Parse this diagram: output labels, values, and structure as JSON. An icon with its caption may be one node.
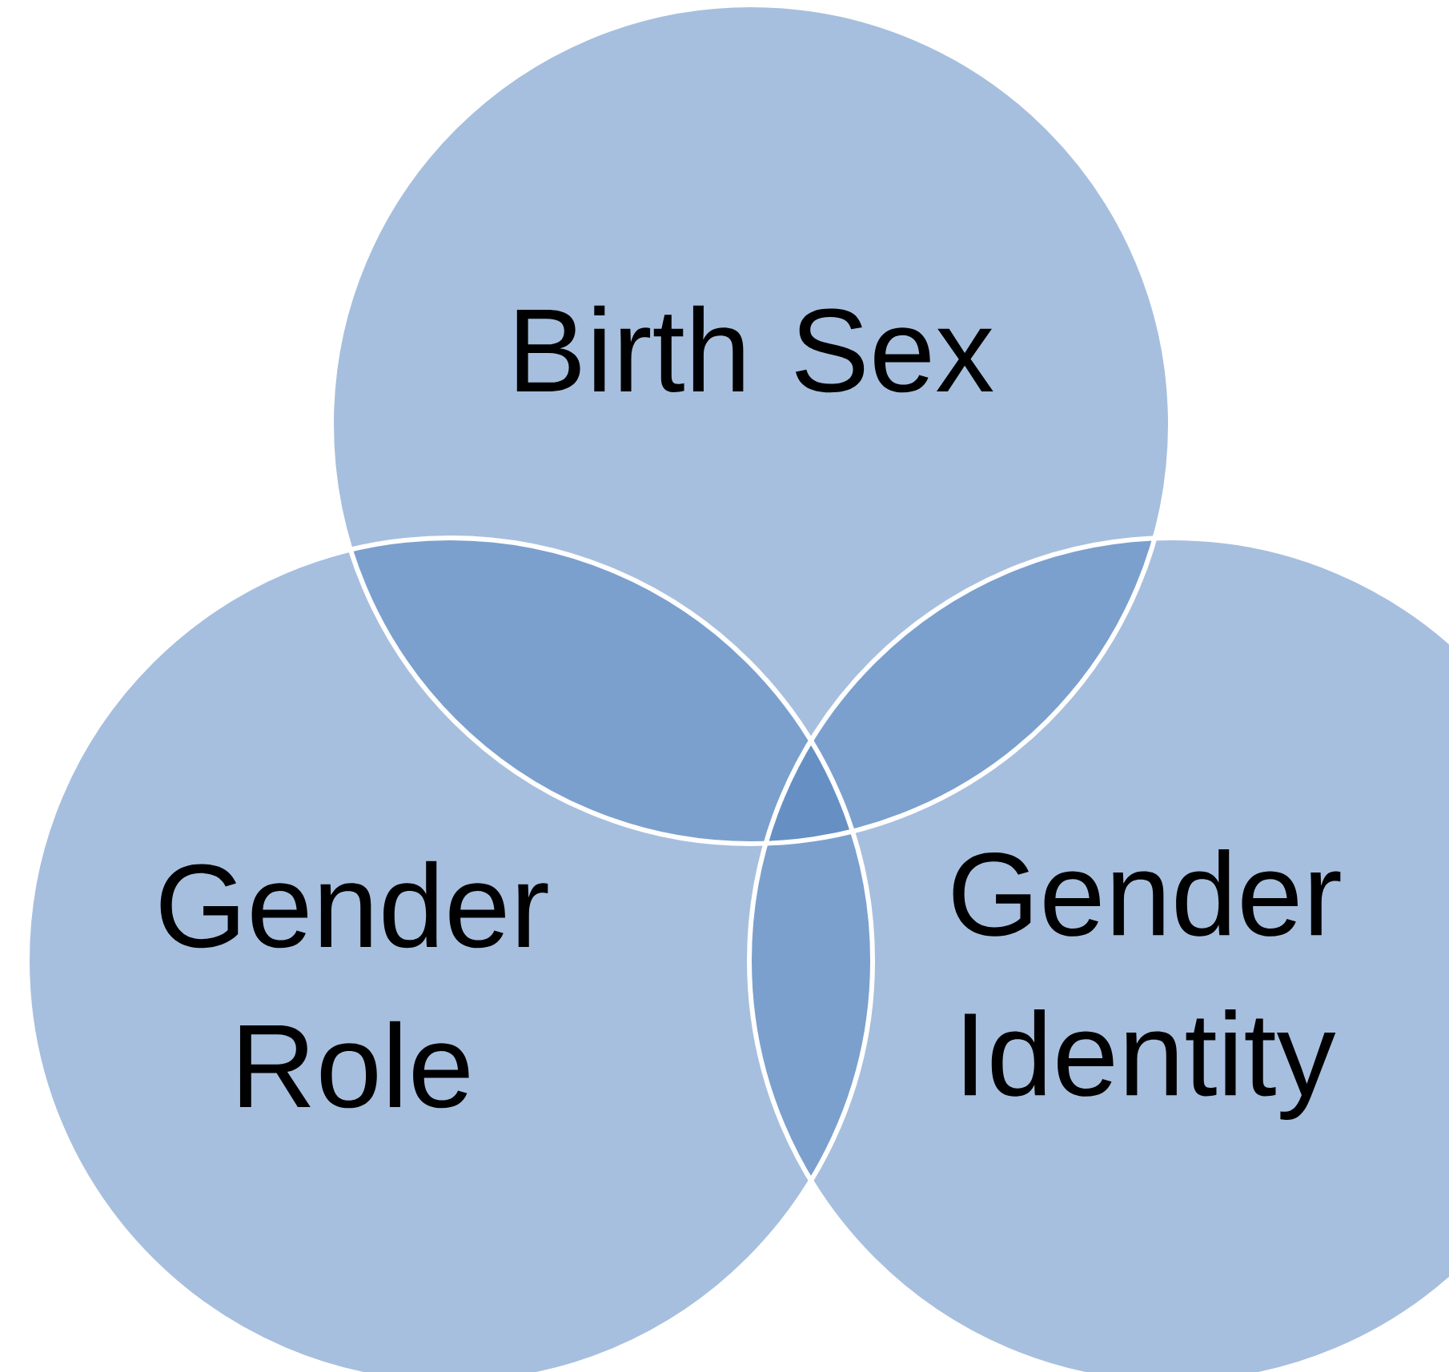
{
  "diagram": {
    "nodes": [
      {
        "text": [
          "Birth Sex"
        ]
      },
      {
        "text": [
          "Gender Role"
        ]
      },
      {
        "text": [
          "Gender Identity"
        ]
      }
    ]
  }
}
